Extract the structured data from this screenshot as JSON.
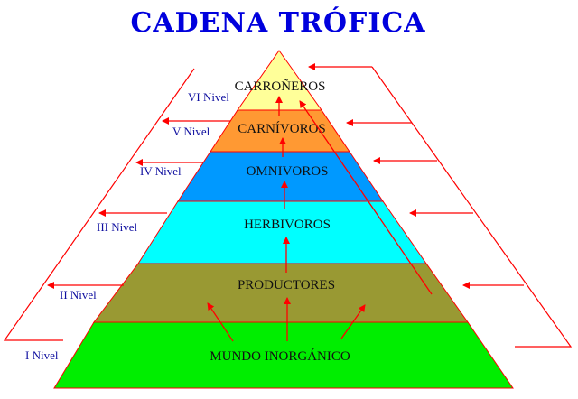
{
  "title": "CADENA TRÓFICA",
  "layers": [
    {
      "label": "MUNDO INORGÁNICO",
      "color": "#00ee00"
    },
    {
      "label": "PRODUCTORES",
      "color": "#999933"
    },
    {
      "label": "HERBIVOROS",
      "color": "#00ffff"
    },
    {
      "label": "OMNIVOROS",
      "color": "#0099ff"
    },
    {
      "label": "CARNÍVOROS",
      "color": "#ff9933"
    },
    {
      "label": "CARROÑEROS",
      "color": "#ffff99"
    }
  ],
  "levels": [
    "I Nivel",
    "II Nivel",
    "III Nivel",
    "IV Nivel",
    "V Nivel",
    "VI Nivel"
  ],
  "colors": {
    "title": "#0000dd",
    "arrows": "#ff0000",
    "outline": "#ff0000",
    "level_text": "#1010a0"
  }
}
